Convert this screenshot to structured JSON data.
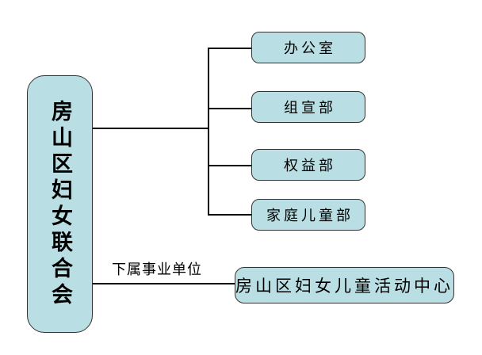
{
  "org_chart": {
    "root": {
      "label": "房山区妇女联合会"
    },
    "departments": [
      {
        "label": "办公室"
      },
      {
        "label": "组宣部"
      },
      {
        "label": "权益部"
      },
      {
        "label": "家庭儿童部"
      }
    ],
    "subordinate_branch": {
      "connector_label": "下属事业单位",
      "node": {
        "label": "房山区妇女儿童活动中心"
      }
    },
    "colors": {
      "node_fill": "#b9dee3",
      "node_border": "#333333",
      "connector": "#000000",
      "text": "#000000",
      "canvas_background": "#ffffff"
    }
  }
}
